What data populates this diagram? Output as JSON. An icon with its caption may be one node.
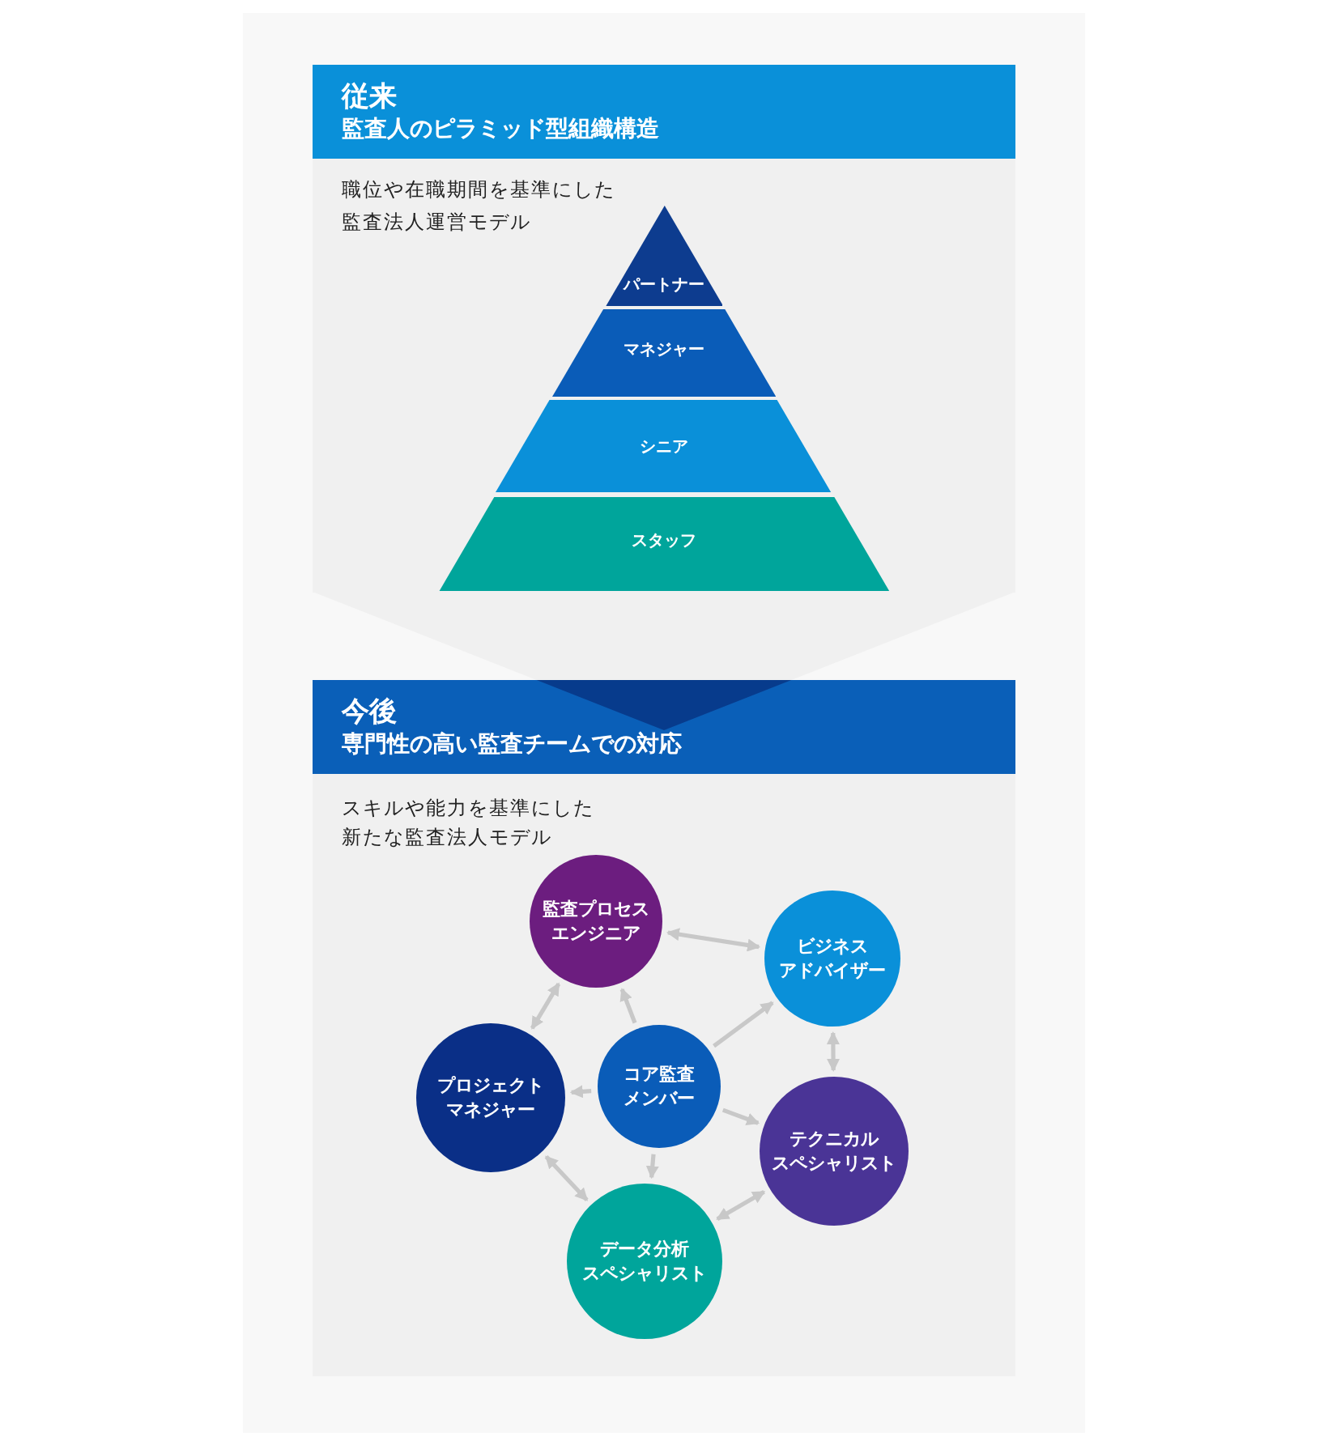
{
  "diagram": {
    "nodes": [
      {
        "text": [
          "従来",
          "監査人のピラミッド型組織構造",
          "職位や在職期間を基準にした監査法人運営モデル"
        ]
      },
      {
        "text": [
          "パートナー"
        ],
        "in": 0
      },
      {
        "text": [
          "マネジャー"
        ],
        "in": 0
      },
      {
        "text": [
          "シニア"
        ],
        "in": 0
      },
      {
        "text": [
          "スタッフ"
        ],
        "in": 0
      },
      {
        "text": [
          "今後",
          "専門性の高い監査チームでの対応",
          "スキルや能力を基準にした新たな監査法人モデル"
        ]
      },
      {
        "text": [
          "監査プロセスエンジニア"
        ],
        "in": 5
      },
      {
        "text": [
          "ビジネスアドバイザー"
        ],
        "in": 5
      },
      {
        "text": [
          "プロジェクトマネジャー"
        ],
        "in": 5
      },
      {
        "text": [
          "コア監査メンバー"
        ],
        "in": 5
      },
      {
        "text": [
          "テクニカルスペシャリスト"
        ],
        "in": 5
      },
      {
        "text": [
          "データ分析スペシャリスト"
        ],
        "in": 5
      }
    ],
    "edges": [
      {
        "from": 0,
        "to": 5,
        "arrow": "to",
        "style": "thick"
      },
      {
        "from": 6,
        "to": 7,
        "arrow": "both"
      },
      {
        "from": 6,
        "to": 8,
        "arrow": "both"
      },
      {
        "from": 9,
        "to": 6,
        "arrow": "to"
      },
      {
        "from": 9,
        "to": 7,
        "arrow": "to"
      },
      {
        "from": 9,
        "to": 8,
        "arrow": "to"
      },
      {
        "from": 9,
        "to": 10,
        "arrow": "to"
      },
      {
        "from": 9,
        "to": 11,
        "arrow": "to"
      },
      {
        "from": 7,
        "to": 10,
        "arrow": "both"
      },
      {
        "from": 8,
        "to": 11,
        "arrow": "both"
      },
      {
        "from": 10,
        "to": 11,
        "arrow": "both"
      }
    ]
  }
}
